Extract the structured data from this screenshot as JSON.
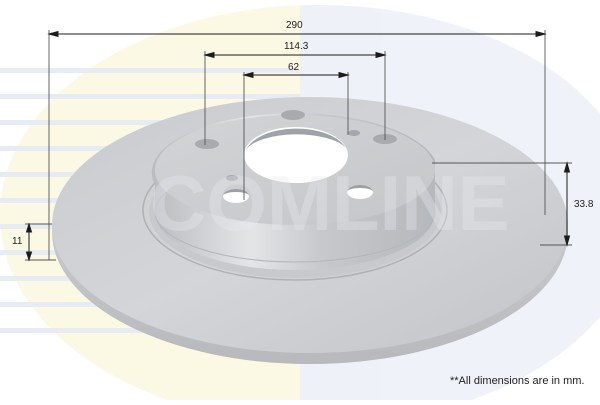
{
  "diagram": {
    "title": "Brake disc technical drawing",
    "subject": "solid brake disc (rotor) with hat section, 5 bolt holes",
    "watermark": "COMLINE",
    "colors": {
      "background": "#ffffff",
      "watermark_blue": "#e8ecf6",
      "watermark_yellow": "#fbf7df",
      "disc_gray": "#c8cacd",
      "dimension_line": "#222222"
    },
    "dimensions": {
      "outer_diameter": {
        "label": "290",
        "unit": "mm"
      },
      "pcd": {
        "label": "114.3",
        "unit": "mm"
      },
      "centre_bore": {
        "label": "62",
        "unit": "mm"
      },
      "height": {
        "label": "33.8",
        "unit": "mm"
      },
      "thickness": {
        "label": "11",
        "unit": "mm"
      }
    },
    "bolt_holes": 5,
    "footnote": "**All dimensions are in mm."
  }
}
